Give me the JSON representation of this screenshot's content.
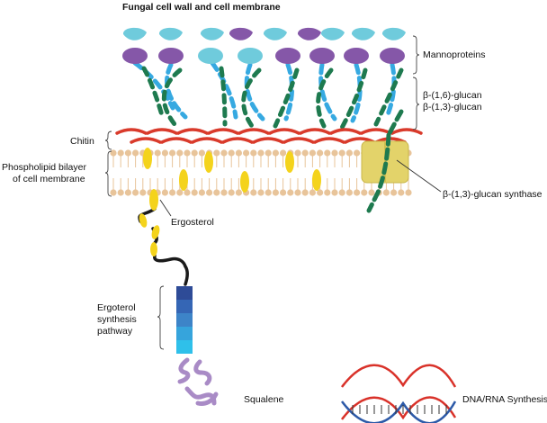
{
  "title": "Fungal cell wall and cell membrane",
  "labels": {
    "mannoproteins": "Mannoproteins",
    "glucan_16": "β-(1,6)-glucan",
    "glucan_13": "β-(1,3)-glucan",
    "chitin": "Chitin",
    "bilayer_line1": "Phospholipid bilayer",
    "bilayer_line2": "of cell membrane",
    "synthase": "β-(1,3)-glucan synthase",
    "ergosterol": "Ergosterol",
    "pathway_line1": "Ergoterol",
    "pathway_line2": "synthesis",
    "pathway_line3": "pathway",
    "squalene": "Squalene",
    "dna": "DNA/RNA Synthesis"
  },
  "colors": {
    "mannoprotein_light": "#6fcbdc",
    "mannoprotein_purple": "#8557a8",
    "glucan_blue": "#36a9e1",
    "glucan_green": "#1e7a4f",
    "chitin_red": "#d93a2b",
    "lipid_head": "#e8c49a",
    "ergosterol_yellow": "#f4d31c",
    "synthase_yellow": "#e3d36a",
    "pathway_gradient": [
      "#2e4b97",
      "#3566b5",
      "#3d84c8",
      "#36a4dc",
      "#2fc0ea"
    ],
    "squalene_purple": "#a98bc6",
    "dna_red": "#d9322a",
    "dna_blue": "#2d5aa8"
  }
}
